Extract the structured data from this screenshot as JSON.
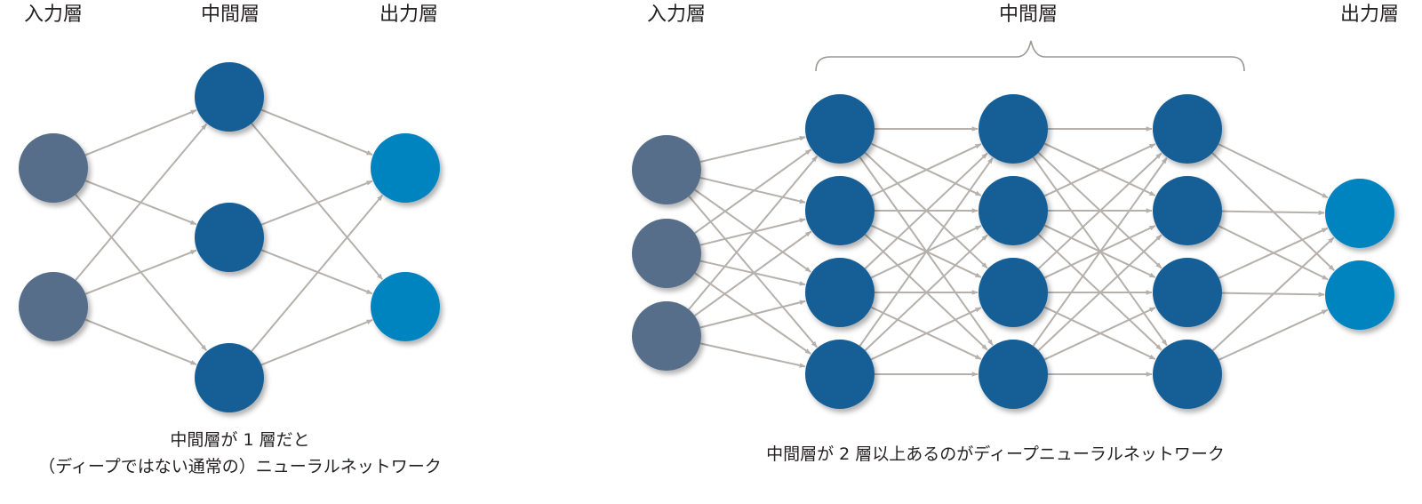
{
  "left_diagram": {
    "labels": {
      "input": "入力層",
      "hidden": "中間層",
      "output": "出力層"
    },
    "layer_sizes": [
      2,
      3,
      2
    ],
    "caption_line1": "中間層が 1 層だと",
    "caption_line2": "（ディープではない通常の）ニューラルネットワーク"
  },
  "right_diagram": {
    "labels": {
      "input": "入力層",
      "hidden": "中間層",
      "output": "出力層"
    },
    "layer_sizes": [
      3,
      4,
      4,
      4,
      2
    ],
    "caption": "中間層が 2 層以上あるのがディープニューラルネットワーク"
  },
  "colors": {
    "input_node": "#566e8a",
    "hidden_node": "#165f96",
    "output_node": "#0284c0",
    "connection": "#b5b0ab",
    "text": "#231f20"
  }
}
